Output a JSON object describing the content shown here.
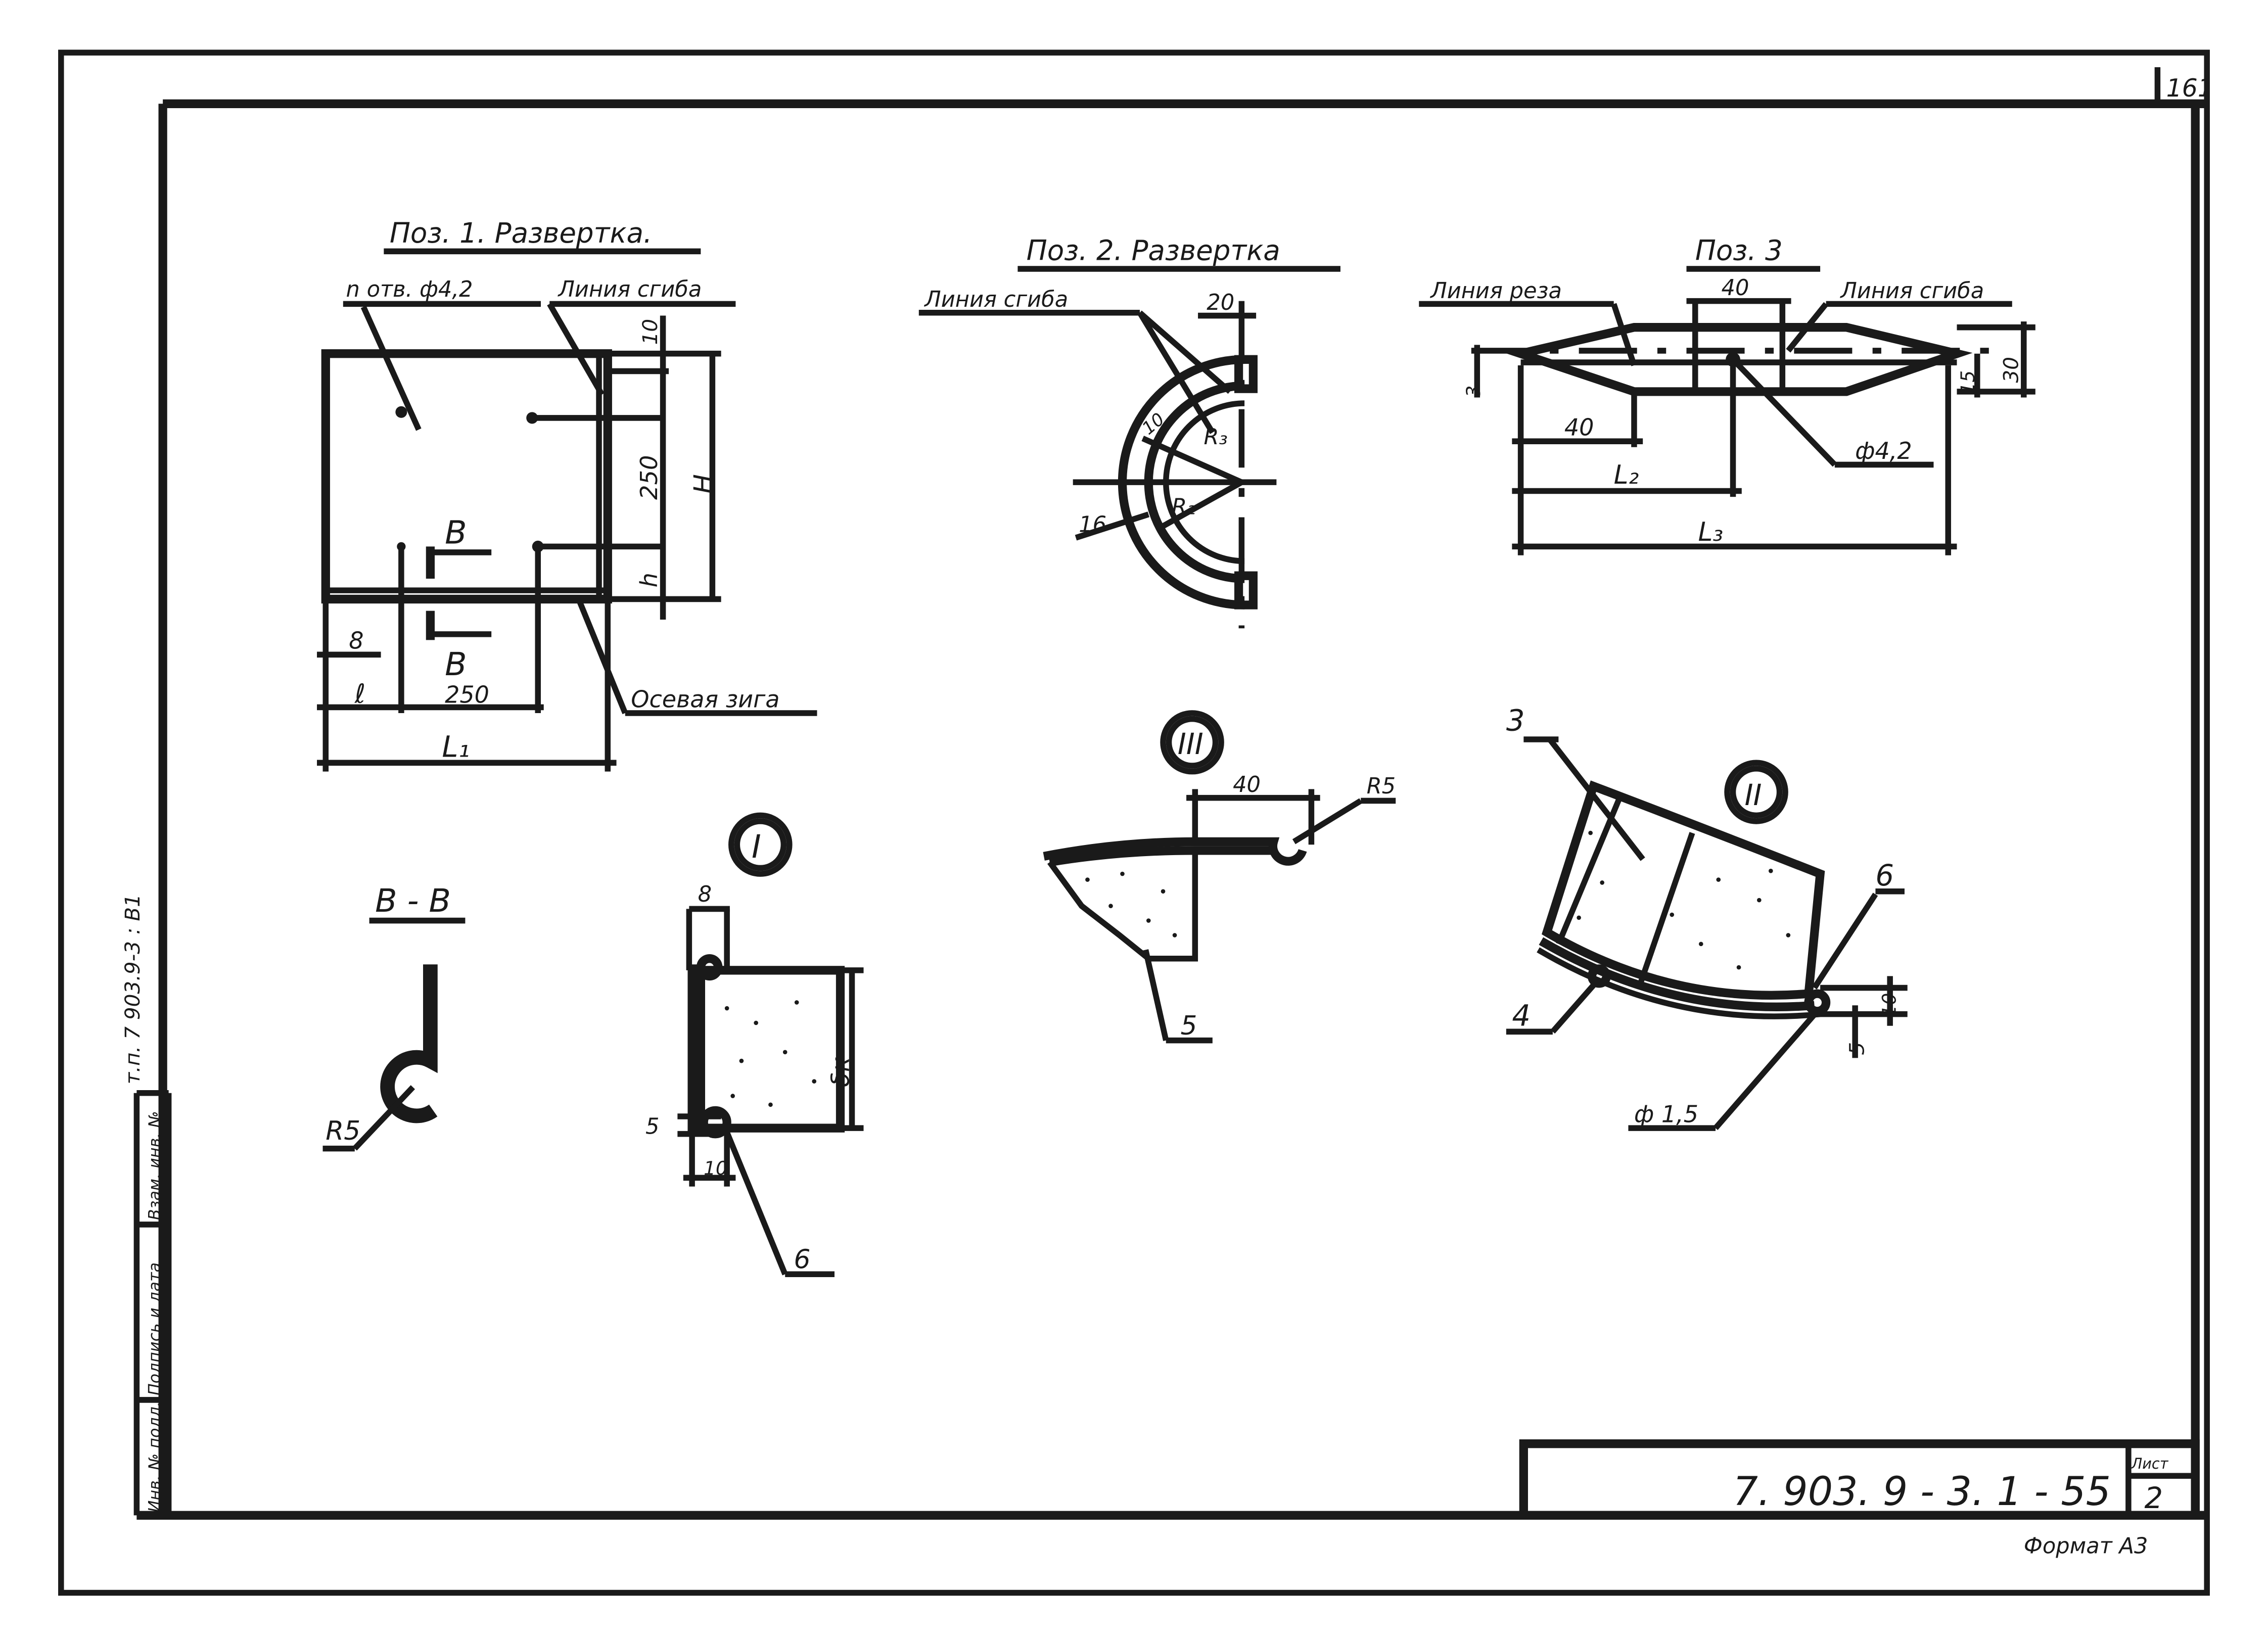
{
  "sheet_number": "161",
  "views": {
    "pos1": {
      "title": "Поз. 1. Развертка.",
      "holes_label": "n отв. ф4,2",
      "bend_line_label": "Линия сгиба",
      "axial_zig_label": "Осевая зига",
      "dim_10": "10",
      "dim_250_v": "250",
      "dim_H": "H",
      "dim_h": "h",
      "dim_8": "8",
      "dim_l": "ℓ",
      "dim_250_h": "250",
      "dim_L1": "L₁",
      "section_mark": "B"
    },
    "pos2": {
      "title": "Поз. 2. Развертка",
      "bend_line_label": "Линия сгиба",
      "dim_20": "20",
      "dim_10": "10",
      "dim_16": "16",
      "r3": "R₃",
      "r2": "R₂"
    },
    "pos3": {
      "title": "Поз. 3",
      "cut_line_label": "Линия реза",
      "bend_line_label": "Линия сгиба",
      "dim_40_top": "40",
      "dim_3": "3",
      "dim_15": "15",
      "dim_30": "30",
      "dim_40_left": "40",
      "hole_label": "ф4,2",
      "dim_L2": "L₂",
      "dim_L3": "L₃"
    },
    "section_bb": {
      "title": "B - B",
      "radius": "R5"
    },
    "detail_1": {
      "marker": "I",
      "dim_8": "8",
      "dim_thk": "δк",
      "dim_5": "5",
      "dim_10": "10",
      "callout_6": "6"
    },
    "detail_3": {
      "marker": "III",
      "dim_40": "40",
      "radius": "R5",
      "callout_5": "5"
    },
    "detail_2": {
      "marker": "II",
      "callout_3": "3",
      "callout_6": "6",
      "callout_4": "4",
      "dim_10": "10",
      "dim_5": "5",
      "diameter": "ф 1,5"
    }
  },
  "side_stamp": {
    "doc_ref": "т.п. 7 903.9-3 : В1",
    "cells": [
      "Инв. № подл.",
      "Подпись и дата",
      "Взам. инв. №"
    ]
  },
  "title_block": {
    "doc_number": "7. 903. 9 - 3. 1 -  55",
    "sheet_label": "Лист",
    "sheet_value": "2",
    "format": "Формат А3"
  }
}
